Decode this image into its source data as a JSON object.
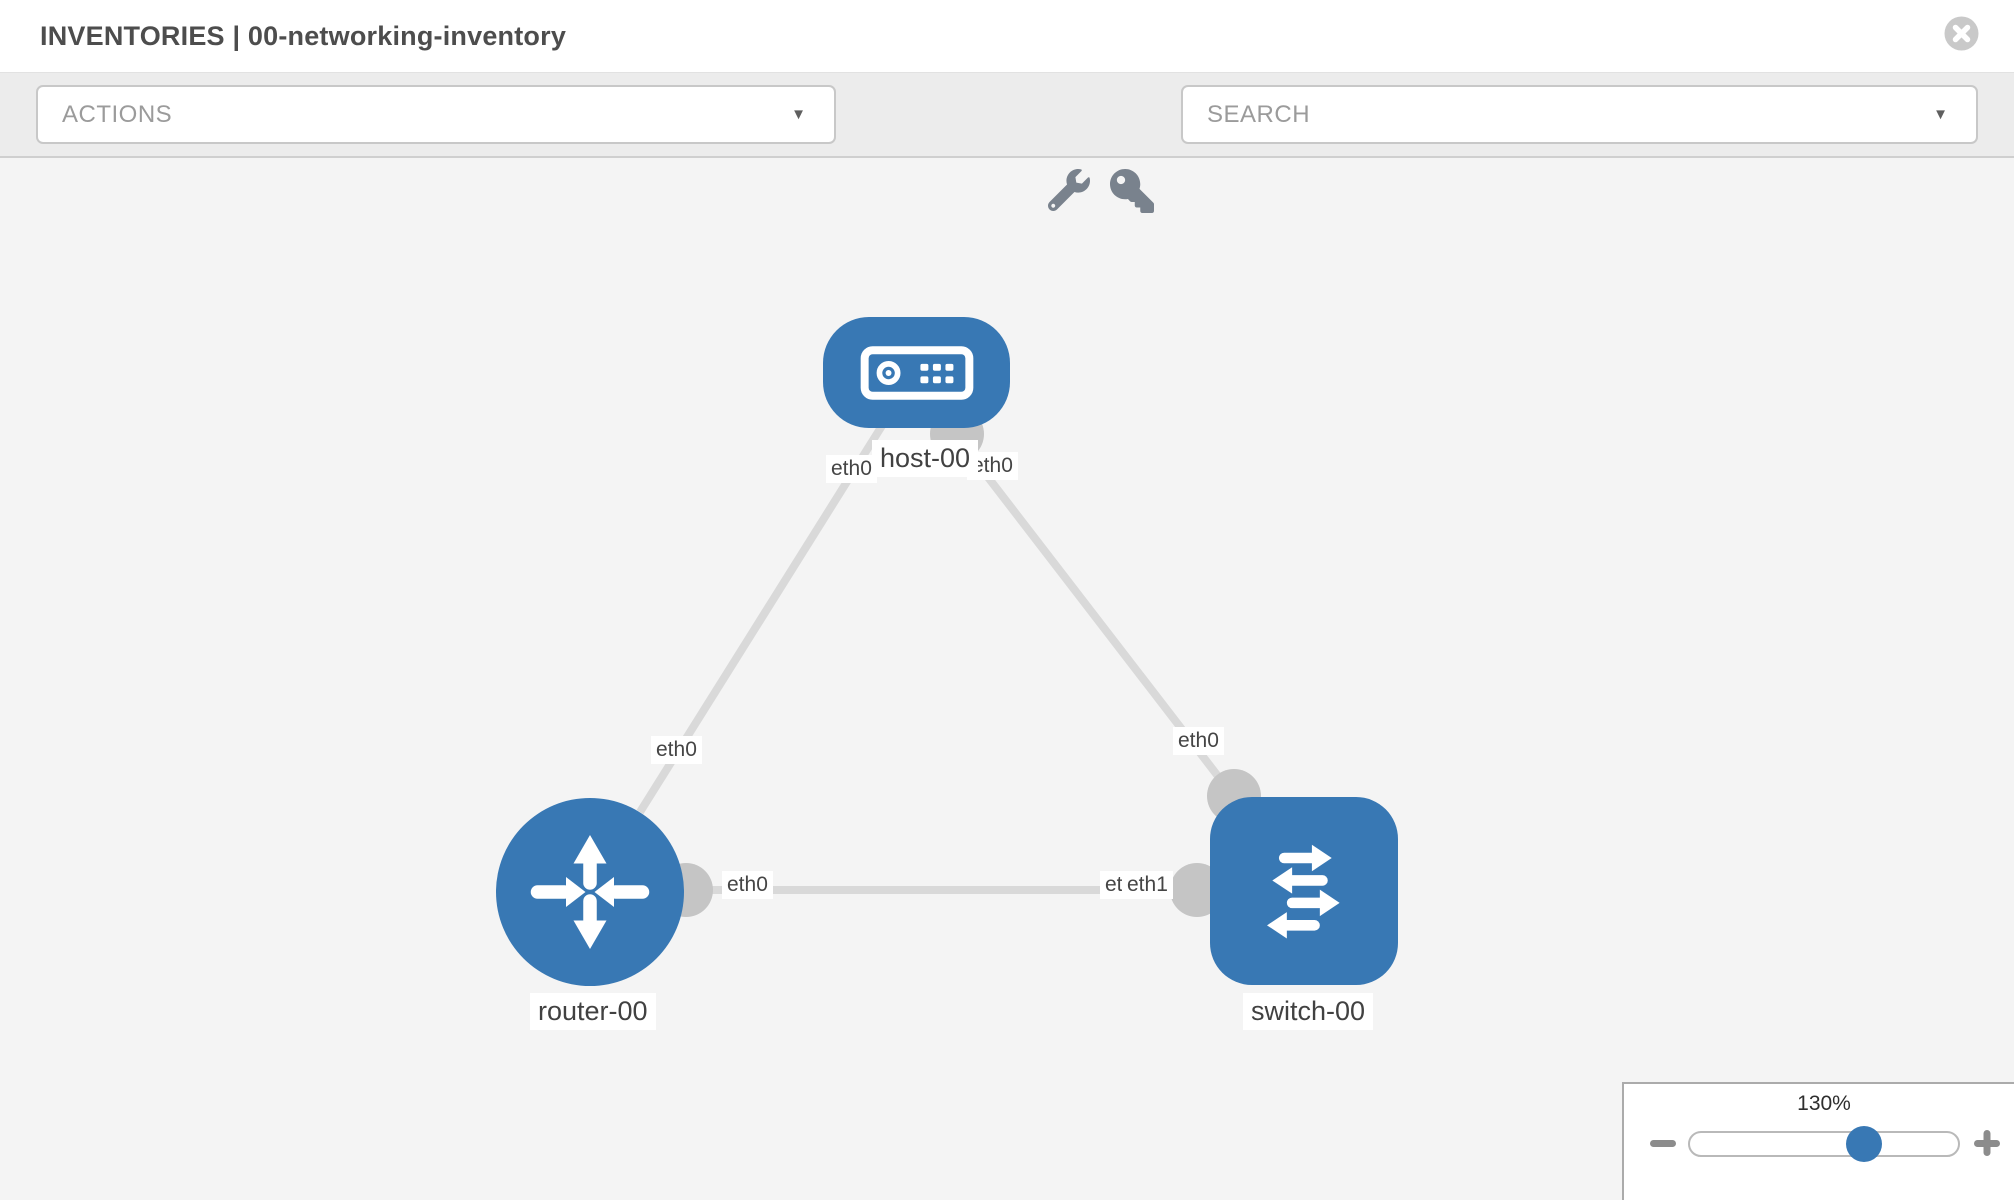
{
  "header": {
    "title": "INVENTORIES | 00-networking-inventory"
  },
  "toolbar": {
    "actions_label": "ACTIONS",
    "search_placeholder": "SEARCH",
    "caret": "▼",
    "icons": [
      "wrench-icon",
      "key-icon"
    ]
  },
  "topology": {
    "nodes": [
      {
        "id": "host-00",
        "type": "host",
        "label": "host-00"
      },
      {
        "id": "router-00",
        "type": "router",
        "label": "router-00"
      },
      {
        "id": "switch-00",
        "type": "switch",
        "label": "switch-00"
      }
    ],
    "links": [
      {
        "from": "host-00",
        "from_if": "eth0",
        "to": "router-00",
        "to_if": "eth0"
      },
      {
        "from": "host-00",
        "from_if": "eth0",
        "to": "switch-00",
        "to_if": "eth0"
      },
      {
        "from": "router-00",
        "from_if": "eth0",
        "to": "switch-00",
        "to_if": "eth1"
      }
    ],
    "labels": {
      "host_name": "host-00",
      "host_left_if": "eth0",
      "host_right_if": "eth0",
      "router_name": "router-00",
      "router_upper_if": "eth0",
      "router_right_if": "eth0",
      "switch_name": "switch-00",
      "switch_top_if": "eth0",
      "switch_left_if_back": "eth0",
      "switch_left_if_front": "eth1"
    }
  },
  "zoom_control": {
    "level": "130%"
  },
  "colors": {
    "node_blue": "#3878b4",
    "link_gray": "#d9d9d9",
    "port_gray": "#c5c5c5",
    "canvas_bg": "#f4f4f4",
    "toolbar_bg": "#ececec"
  }
}
